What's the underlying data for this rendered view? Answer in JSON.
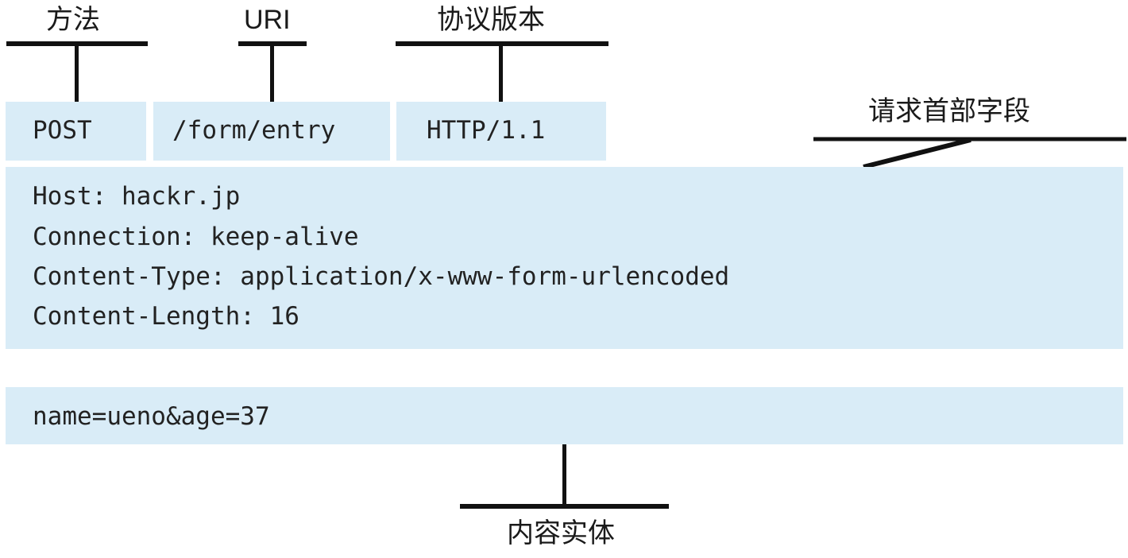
{
  "labels": {
    "method": "方法",
    "uri": "URI",
    "protocol_version": "协议版本",
    "request_header_fields": "请求首部字段",
    "entity_body": "内容实体"
  },
  "request_line": {
    "method": "POST",
    "uri": "/form/entry",
    "version": "HTTP/1.1"
  },
  "headers": [
    "Host: hackr.jp",
    "Connection: keep-alive",
    "Content-Type: application/x-www-form-urlencoded",
    "Content-Length: 16"
  ],
  "body": "name=ueno&age=37",
  "colors": {
    "box_fill": "#d9ecf7",
    "line": "#111111"
  }
}
